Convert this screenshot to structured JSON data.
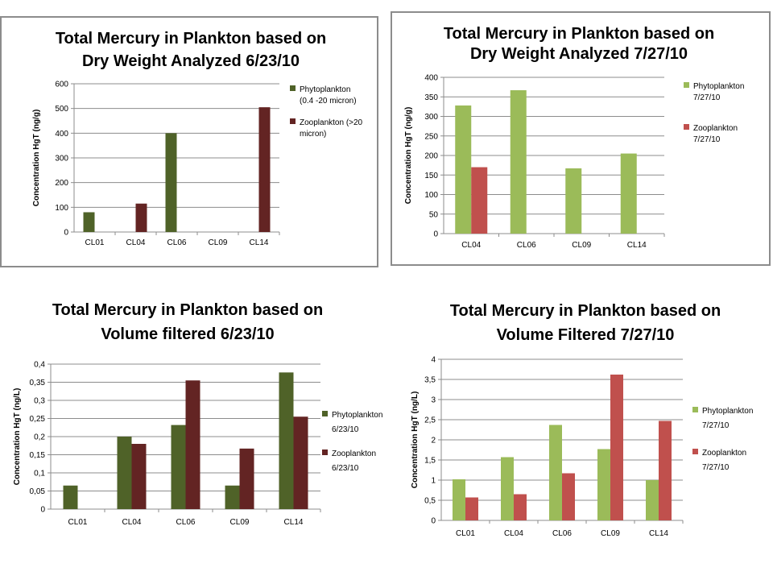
{
  "chart_data": [
    {
      "type": "bar",
      "title": [
        "Total Mercury in Plankton based on",
        "Dry Weight Analyzed 6/23/10"
      ],
      "xlabel": "",
      "ylabel": "Concentration HgT (ng/g)",
      "categories": [
        "CL01",
        "CL04",
        "CL06",
        "CL09",
        "CL14"
      ],
      "ylim": [
        0,
        600
      ],
      "yticks": [
        "0",
        "100",
        "200",
        "300",
        "400",
        "500",
        "600"
      ],
      "grid": true,
      "legend_position": "right",
      "series": [
        {
          "name": [
            "Phytoplankton",
            "(0.4 -20 micron)"
          ],
          "color": "#4f6228",
          "values": [
            80,
            null,
            400,
            null,
            null
          ]
        },
        {
          "name": [
            "Zooplankton (>20",
            "micron)"
          ],
          "color": "#632423",
          "values": [
            null,
            115,
            null,
            null,
            505
          ]
        }
      ]
    },
    {
      "type": "bar",
      "title": [
        "Total Mercury in Plankton based on",
        "Dry Weight Analyzed 7/27/10"
      ],
      "xlabel": "",
      "ylabel": "Concentration HgT (ng/g)",
      "categories": [
        "CL04",
        "CL06",
        "CL09",
        "CL14"
      ],
      "ylim": [
        0,
        400
      ],
      "yticks": [
        "0",
        "50",
        "100",
        "150",
        "200",
        "250",
        "300",
        "350",
        "400"
      ],
      "grid": true,
      "legend_position": "right",
      "series": [
        {
          "name": [
            "Phytoplankton",
            "7/27/10"
          ],
          "color": "#9bbb59",
          "values": [
            328,
            367,
            167,
            205
          ]
        },
        {
          "name": [
            "Zooplankton",
            "7/27/10"
          ],
          "color": "#c0504d",
          "values": [
            170,
            null,
            null,
            null
          ]
        }
      ]
    },
    {
      "type": "bar",
      "title": [
        "Total Mercury in Plankton based on",
        "Volume filtered 6/23/10"
      ],
      "xlabel": "",
      "ylabel": "Concentration HgT (ng/L)",
      "categories": [
        "CL01",
        "CL04",
        "CL06",
        "CL09",
        "CL14"
      ],
      "ylim": [
        0,
        0.4
      ],
      "yticks": [
        "0",
        "0,05",
        "0,1",
        "0,15",
        "0,2",
        "0,25",
        "0,3",
        "0,35",
        "0,4"
      ],
      "grid": true,
      "legend_position": "right",
      "series": [
        {
          "name": [
            "Phytoplankton",
            "6/23/10"
          ],
          "color": "#4f6228",
          "values": [
            0.065,
            0.2,
            0.232,
            0.065,
            0.377
          ]
        },
        {
          "name": [
            "Zooplankton",
            "6/23/10"
          ],
          "color": "#632423",
          "values": [
            null,
            0.18,
            0.355,
            0.167,
            0.255
          ]
        }
      ]
    },
    {
      "type": "bar",
      "title": [
        "Total Mercury in Plankton based on",
        "Volume Filtered 7/27/10"
      ],
      "xlabel": "",
      "ylabel": "Concentration HgT (ng/L)",
      "categories": [
        "CL01",
        "CL04",
        "CL06",
        "CL09",
        "CL14"
      ],
      "ylim": [
        0,
        4
      ],
      "yticks": [
        "0",
        "0,5",
        "1",
        "1,5",
        "2",
        "2,5",
        "3",
        "3,5",
        "4"
      ],
      "grid": true,
      "legend_position": "right",
      "series": [
        {
          "name": [
            "Phytoplankton",
            "7/27/10"
          ],
          "color": "#9bbb59",
          "values": [
            1.02,
            1.57,
            2.37,
            1.77,
            1.0
          ]
        },
        {
          "name": [
            "Zooplankton",
            "7/27/10"
          ],
          "color": "#c0504d",
          "values": [
            0.57,
            0.65,
            1.17,
            3.62,
            2.47
          ]
        }
      ]
    }
  ]
}
